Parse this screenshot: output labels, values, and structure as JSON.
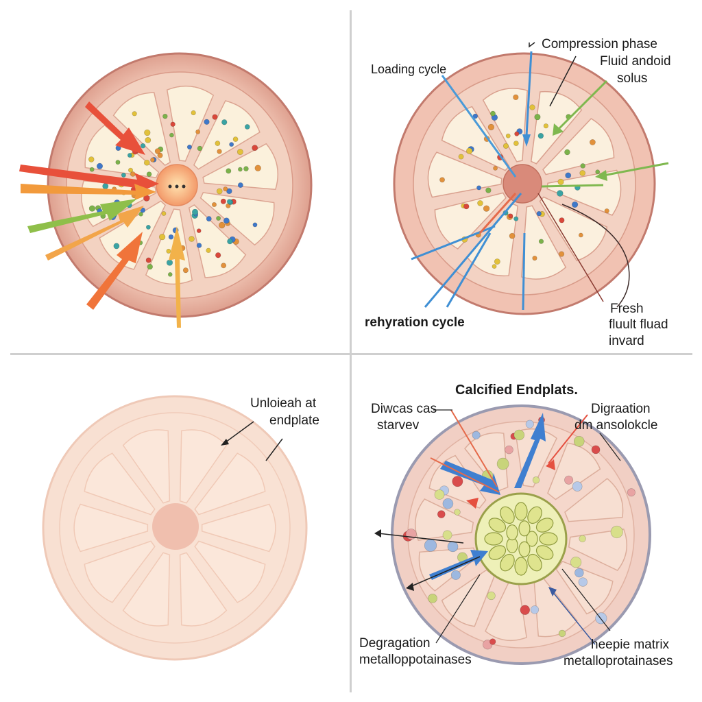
{
  "panel_tl": {},
  "panel_tr": {
    "loading_cycle": "Loading cycle",
    "compression_phase": "Compression phase",
    "fluid_line1": "Fluid andoid",
    "fluid_line2": "solus",
    "rehydration": "rehyration cycle",
    "fresh_line1": "Fresh",
    "fresh_line2": "fluult fluad",
    "fresh_line3": "invard"
  },
  "panel_bl": {
    "unload_line1": "Unloieah at",
    "unload_line2": "endplate"
  },
  "panel_br": {
    "title": "Calcified Endplats.",
    "disc_line1": "Diwcas cas",
    "disc_line2": "starvev",
    "degr_top_line1": "Digraation",
    "degr_top_line2": "dm ansolokcle",
    "degr_bottom_line1": "Degragation",
    "degr_bottom_line2": "metalloppotainases",
    "heepie_line1": "heepie matrix",
    "heepie_line2": "metalloprotainases"
  },
  "colors": {
    "ring": "#e9b7a6",
    "ring_edge": "#c9857a",
    "lobe": "#fbf1dc",
    "center": "#f4b49a",
    "faded": "#f7dccd"
  }
}
